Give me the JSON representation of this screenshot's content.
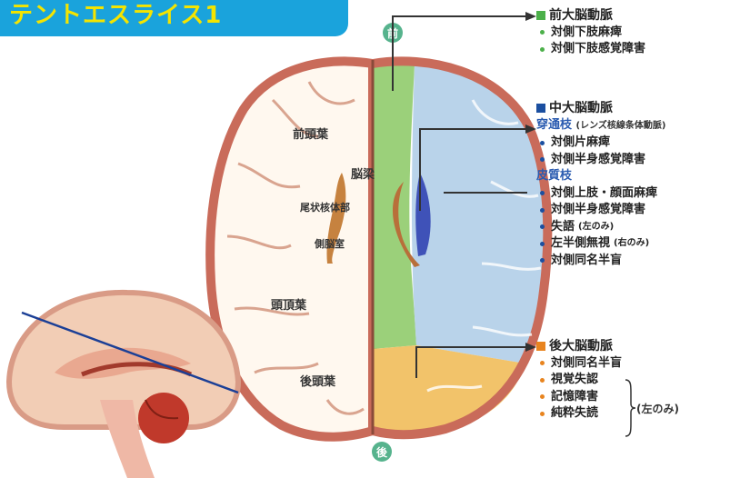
{
  "title": "テントエスライス1",
  "orientation": {
    "front": "前",
    "back": "後"
  },
  "brain_labels": {
    "frontal_lobe": "前頭葉",
    "corpus_callosum": "脳梁",
    "caudate_body": "尾状核体部",
    "lateral_ventricle": "側脳室",
    "parietal_lobe": "頭頂葉",
    "occipital_lobe": "後頭葉"
  },
  "colors": {
    "aca": "#9bd07a",
    "mca": "#b9d3ea",
    "pca": "#f2c36a",
    "aca_marker": "#4cb04a",
    "mca_marker": "#1b4fa0",
    "pca_marker": "#e8841f",
    "banner_bg": "#1aa3dc",
    "banner_text": "#f4e400"
  },
  "aca": {
    "title": "前大脳動脈",
    "items": [
      "対側下肢麻痺",
      "対側下肢感覚障害"
    ]
  },
  "mca": {
    "title": "中大脳動脈",
    "perforating": {
      "name": "穿通枝",
      "note": "(レンズ核線条体動脈)"
    },
    "perforating_items": [
      "対側片麻痺",
      "対側半身感覚障害"
    ],
    "cortical": {
      "name": "皮質枝"
    },
    "cortical_items": [
      "対側上肢・顔面麻痺",
      "対側半身感覚障害",
      "失語",
      "左半側無視",
      "対側同名半盲"
    ],
    "cortical_notes": [
      "",
      "",
      "(左のみ)",
      "(右のみ)",
      ""
    ]
  },
  "pca": {
    "title": "後大脳動脈",
    "items": [
      "対側同名半盲",
      "視覚失認",
      "記憶障害",
      "純粋失読"
    ],
    "group_note": "(左のみ)"
  }
}
